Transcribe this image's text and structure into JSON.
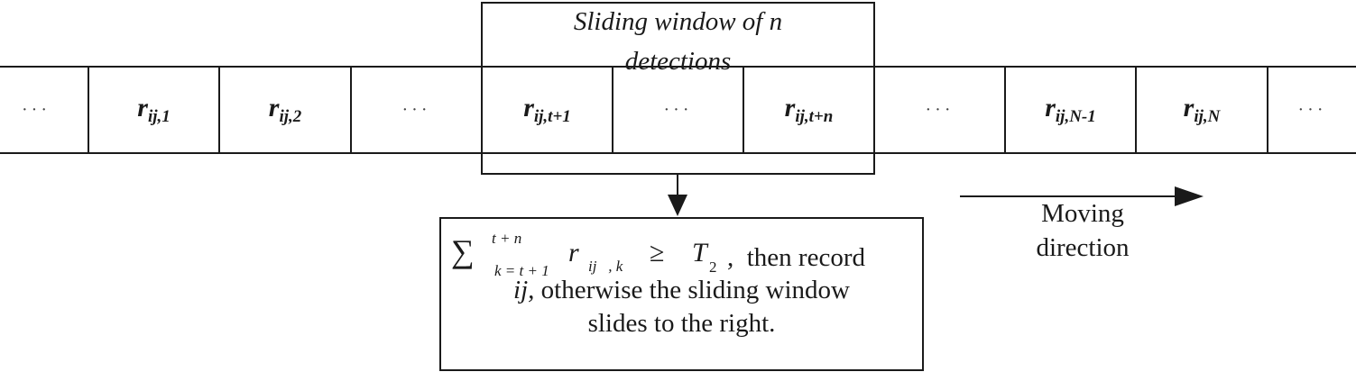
{
  "sliding_window": {
    "title_line1": "Sliding window of n",
    "title_line2": "detections"
  },
  "cells": [
    {
      "kind": "ellipsis",
      "text": "···"
    },
    {
      "kind": "r",
      "base": "r",
      "sub": "ij,1"
    },
    {
      "kind": "r",
      "base": "r",
      "sub": "ij,2"
    },
    {
      "kind": "ellipsis",
      "text": "···"
    },
    {
      "kind": "r",
      "base": "r",
      "sub": "ij,t+1"
    },
    {
      "kind": "ellipsis",
      "text": "···"
    },
    {
      "kind": "r",
      "base": "r",
      "sub": "ij,t+n"
    },
    {
      "kind": "ellipsis",
      "text": "···"
    },
    {
      "kind": "r",
      "base": "r",
      "sub": "ij,N-1"
    },
    {
      "kind": "r",
      "base": "r",
      "sub": "ij,N"
    },
    {
      "kind": "ellipsis",
      "text": "···"
    }
  ],
  "rule": {
    "sum_symbol": "∑",
    "upper_limit": "t + n",
    "lower_limit": "k = t + 1",
    "term": "r",
    "term_sub": "ij   , k",
    "relation": "≥",
    "threshold": "T",
    "threshold_sub": "2",
    "tail": ",  then record",
    "ij": "ij,",
    "line2_rest": " otherwise the sliding window",
    "line3": "slides to the right."
  },
  "moving": {
    "line1": "Moving",
    "line2": "direction"
  },
  "colors": {
    "ink": "#1a1a1a",
    "background": "#ffffff"
  }
}
